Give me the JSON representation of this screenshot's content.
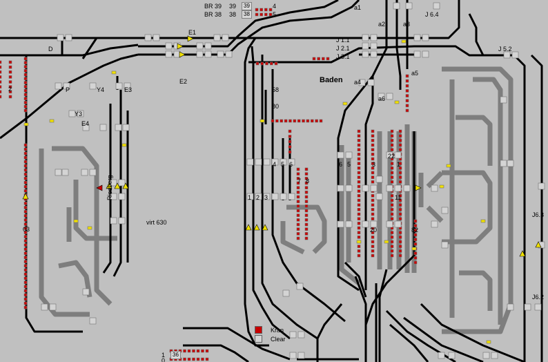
{
  "colors": {
    "background": "#c0c0c0",
    "main_track": "#000000",
    "secondary_track": "#7e7e7e",
    "occupied": "#c80000",
    "signal_yellow": "#f0e000",
    "button_face": "#d4d4d4"
  },
  "top_left_labels": [
    "BR 39",
    "BR 38",
    "39",
    "4",
    "38",
    "5"
  ],
  "node_labels": {
    "a1": "a1",
    "a2": "a2",
    "a3": "a3",
    "j64": "J 6.4",
    "d": "D",
    "e1": "E1",
    "j11": "J 1.1",
    "j21": "J 2.1",
    "j31": "J 3.1",
    "j52": "J 5.2",
    "a5": "a5",
    "a4": "a4",
    "a6": "a6",
    "e2": "E2",
    "p": "P",
    "y4": "Y4",
    "e3": "E3",
    "y3": "Y3",
    "e4": "E4",
    "num2": "2",
    "num03": "03",
    "riedberg": "Riedberg",
    "virt630": "virt 630",
    "num58": "58",
    "num80": "80",
    "num4": "4",
    "num5": "5",
    "num6": "6",
    "num7": "7",
    "num8": "8",
    "num1": "1",
    "num2b": "2",
    "num3": "3",
    "num6b": "6",
    "num5b": "5",
    "num3b": "3",
    "num22": "22",
    "num1b": "1",
    "num11": "11",
    "num20": "20",
    "num82": "82",
    "j63": "J6.3",
    "j62": "J6.2",
    "num36": "36",
    "bottom1": "1",
    "bottom0": "0"
  },
  "station_name": "Baden",
  "legend": [
    {
      "label": "Kran",
      "icon": "crane-icon"
    },
    {
      "label": "Clear",
      "icon": "clear-icon"
    }
  ]
}
